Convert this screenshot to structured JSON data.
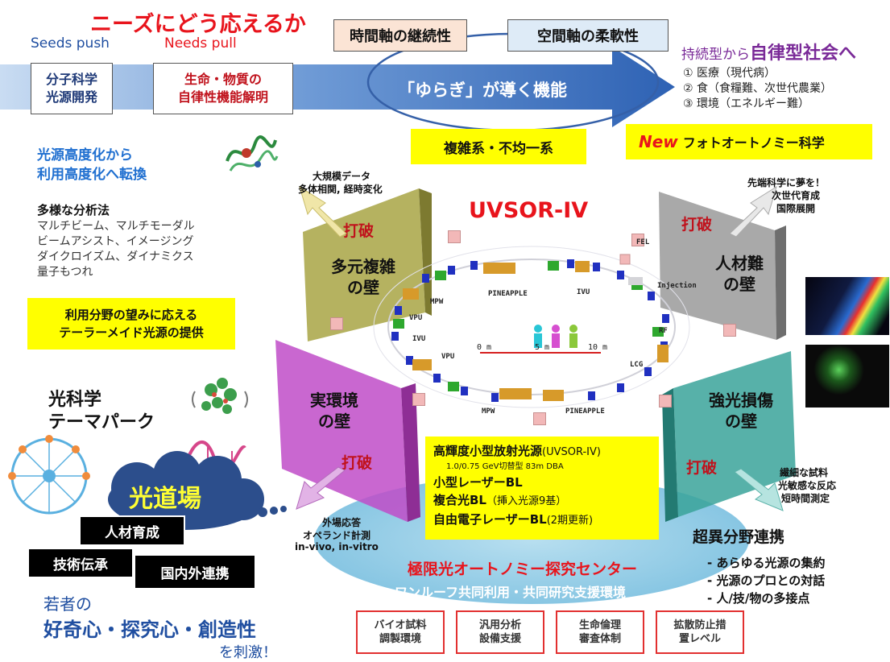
{
  "header": {
    "title": "ニーズにどう応えるか",
    "seeds_push": "Seeds push",
    "needs_pull": "Needs pull",
    "time_axis": "時間軸の継続性",
    "space_axis": "空間軸の柔軟性"
  },
  "arrow": {
    "box1_line1": "分子科学",
    "box1_line2": "光源開発",
    "box2_line1": "生命・物質の",
    "box2_line2": "自律性機能解明",
    "center_text": "「ゆらぎ」が導く機能"
  },
  "society": {
    "prefix": "持続型から",
    "emphasis": "自律型社会へ",
    "items": [
      "① 医療（現代病）",
      "② 食（食糧難、次世代農業）",
      "③ 環境（エネルギー難）"
    ]
  },
  "complex": "複雑系・不均一系",
  "new_badge": "New",
  "photo_autonomy": "フォトオートノミー科学",
  "left": {
    "shift_line1": "光源高度化から",
    "shift_line2": "利用高度化へ転換",
    "analysis_title": "多様な分析法",
    "analysis_lines": [
      "マルチビーム、マルチモーダル",
      "ビームアシスト、イメージング",
      "ダイクロイズム、ダイナミクス",
      "量子もつれ"
    ],
    "tailor_line1": "利用分野の望みに応える",
    "tailor_line2": "テーラーメイド光源の提供",
    "park_line1": "光科学",
    "park_line2": "テーマパーク",
    "dojo": "光道場",
    "tags": [
      "人材育成",
      "技術伝承",
      "国内外連携"
    ],
    "youth": "若者の",
    "curiosity": "好奇心・探究心・創造性",
    "stimulate": "を刺激！"
  },
  "ring": {
    "title": "UVSOR-IV",
    "labels": {
      "fel": "FEL",
      "injection": "Injection",
      "rf": "RF",
      "lcg": "LCG",
      "ivu_top": "IVU",
      "ivu_left": "IVU",
      "vpu_left": "VPU",
      "vpu_bottom": "VPU",
      "mpw_top": "MPW",
      "mpw_bottom": "MPW",
      "pineapple_top": "PINEAPPLE",
      "pineapple_bottom": "PINEAPPLE"
    },
    "scale": [
      "0 m",
      "5 m",
      "10 m"
    ]
  },
  "walls": {
    "multi": [
      "多元複雑",
      "の壁"
    ],
    "human": [
      "人材難",
      "の壁"
    ],
    "real": [
      "実環境",
      "の壁"
    ],
    "damage": [
      "強光損傷",
      "の壁"
    ],
    "breach": "打破"
  },
  "arrows_text": {
    "top_left_line1": "大規模データ",
    "top_left_line2": "多体相関, 経時変化",
    "top_right_line1": "先端科学に夢を！",
    "top_right_line2": "次世代育成",
    "top_right_line3": "国際展開",
    "bottom_left_line1": "外場応答",
    "bottom_left_line2": "オペランド計測",
    "bottom_left_line3": "in-vivo, in-vitro",
    "bottom_right_line1": "繊細な試料",
    "bottom_right_line2": "光敏感な反応",
    "bottom_right_line3": "短時間測定"
  },
  "facility": {
    "line1": "高輝度小型放射光源",
    "line1_suffix": "(UVSOR-IV)",
    "line2": "1.0/0.75 GeV切替型 83m DBA",
    "line3": "小型レーザーBL",
    "line4": "複合光BL",
    "line4_suffix": "（挿入光源9基）",
    "line5": "自由電子レーザーBL",
    "line5_suffix": "(2期更新)"
  },
  "center_name": "極限光オートノミー探究センター",
  "center_sub": "ワンルーフ共同利用・共同研究支援環境",
  "collab": {
    "title": "超異分野連携",
    "items": [
      "- あらゆる光源の集約",
      "- 光源のプロとの対話",
      "- 人/技/物の多接点"
    ]
  },
  "support": [
    [
      "バイオ試料",
      "調製環境"
    ],
    [
      "汎用分析",
      "設備支援"
    ],
    [
      "生命倫理",
      "審査体制"
    ],
    [
      "拡散防止措",
      "置レベル"
    ]
  ],
  "colors": {
    "title_red": "#e8141c",
    "blue_text": "#1f6fd0",
    "arrow_blue": "#3f76bf",
    "wall_olive": "#a8a444",
    "wall_gray": "#9a9a9a",
    "wall_magenta": "#c04cc8",
    "wall_teal": "#3aa39a",
    "highlight_yellow": "#ffff00"
  }
}
